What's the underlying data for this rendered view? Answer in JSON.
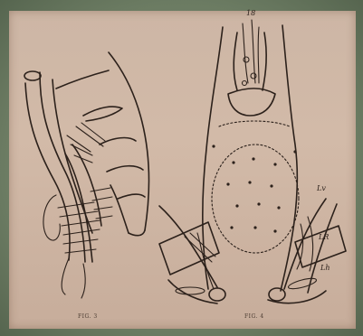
{
  "figure": {
    "left_caption": "FIG. 3",
    "right_caption": "FIG. 4",
    "labels": {
      "top": "18",
      "upper_right": "Lv",
      "box_right": "LR",
      "lower_right": "Lh"
    }
  }
}
